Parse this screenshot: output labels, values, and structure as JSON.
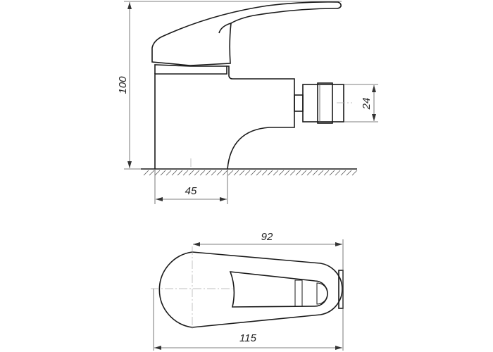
{
  "drawing": {
    "side_view": {
      "height_dimension": "100",
      "connector_dimension": "24",
      "spout_reach_dimension": "45"
    },
    "top_view": {
      "handle_length_dimension": "92",
      "overall_length_dimension": "115"
    },
    "colors": {
      "line": "#1a1a1a",
      "dimension": "#555555"
    }
  }
}
